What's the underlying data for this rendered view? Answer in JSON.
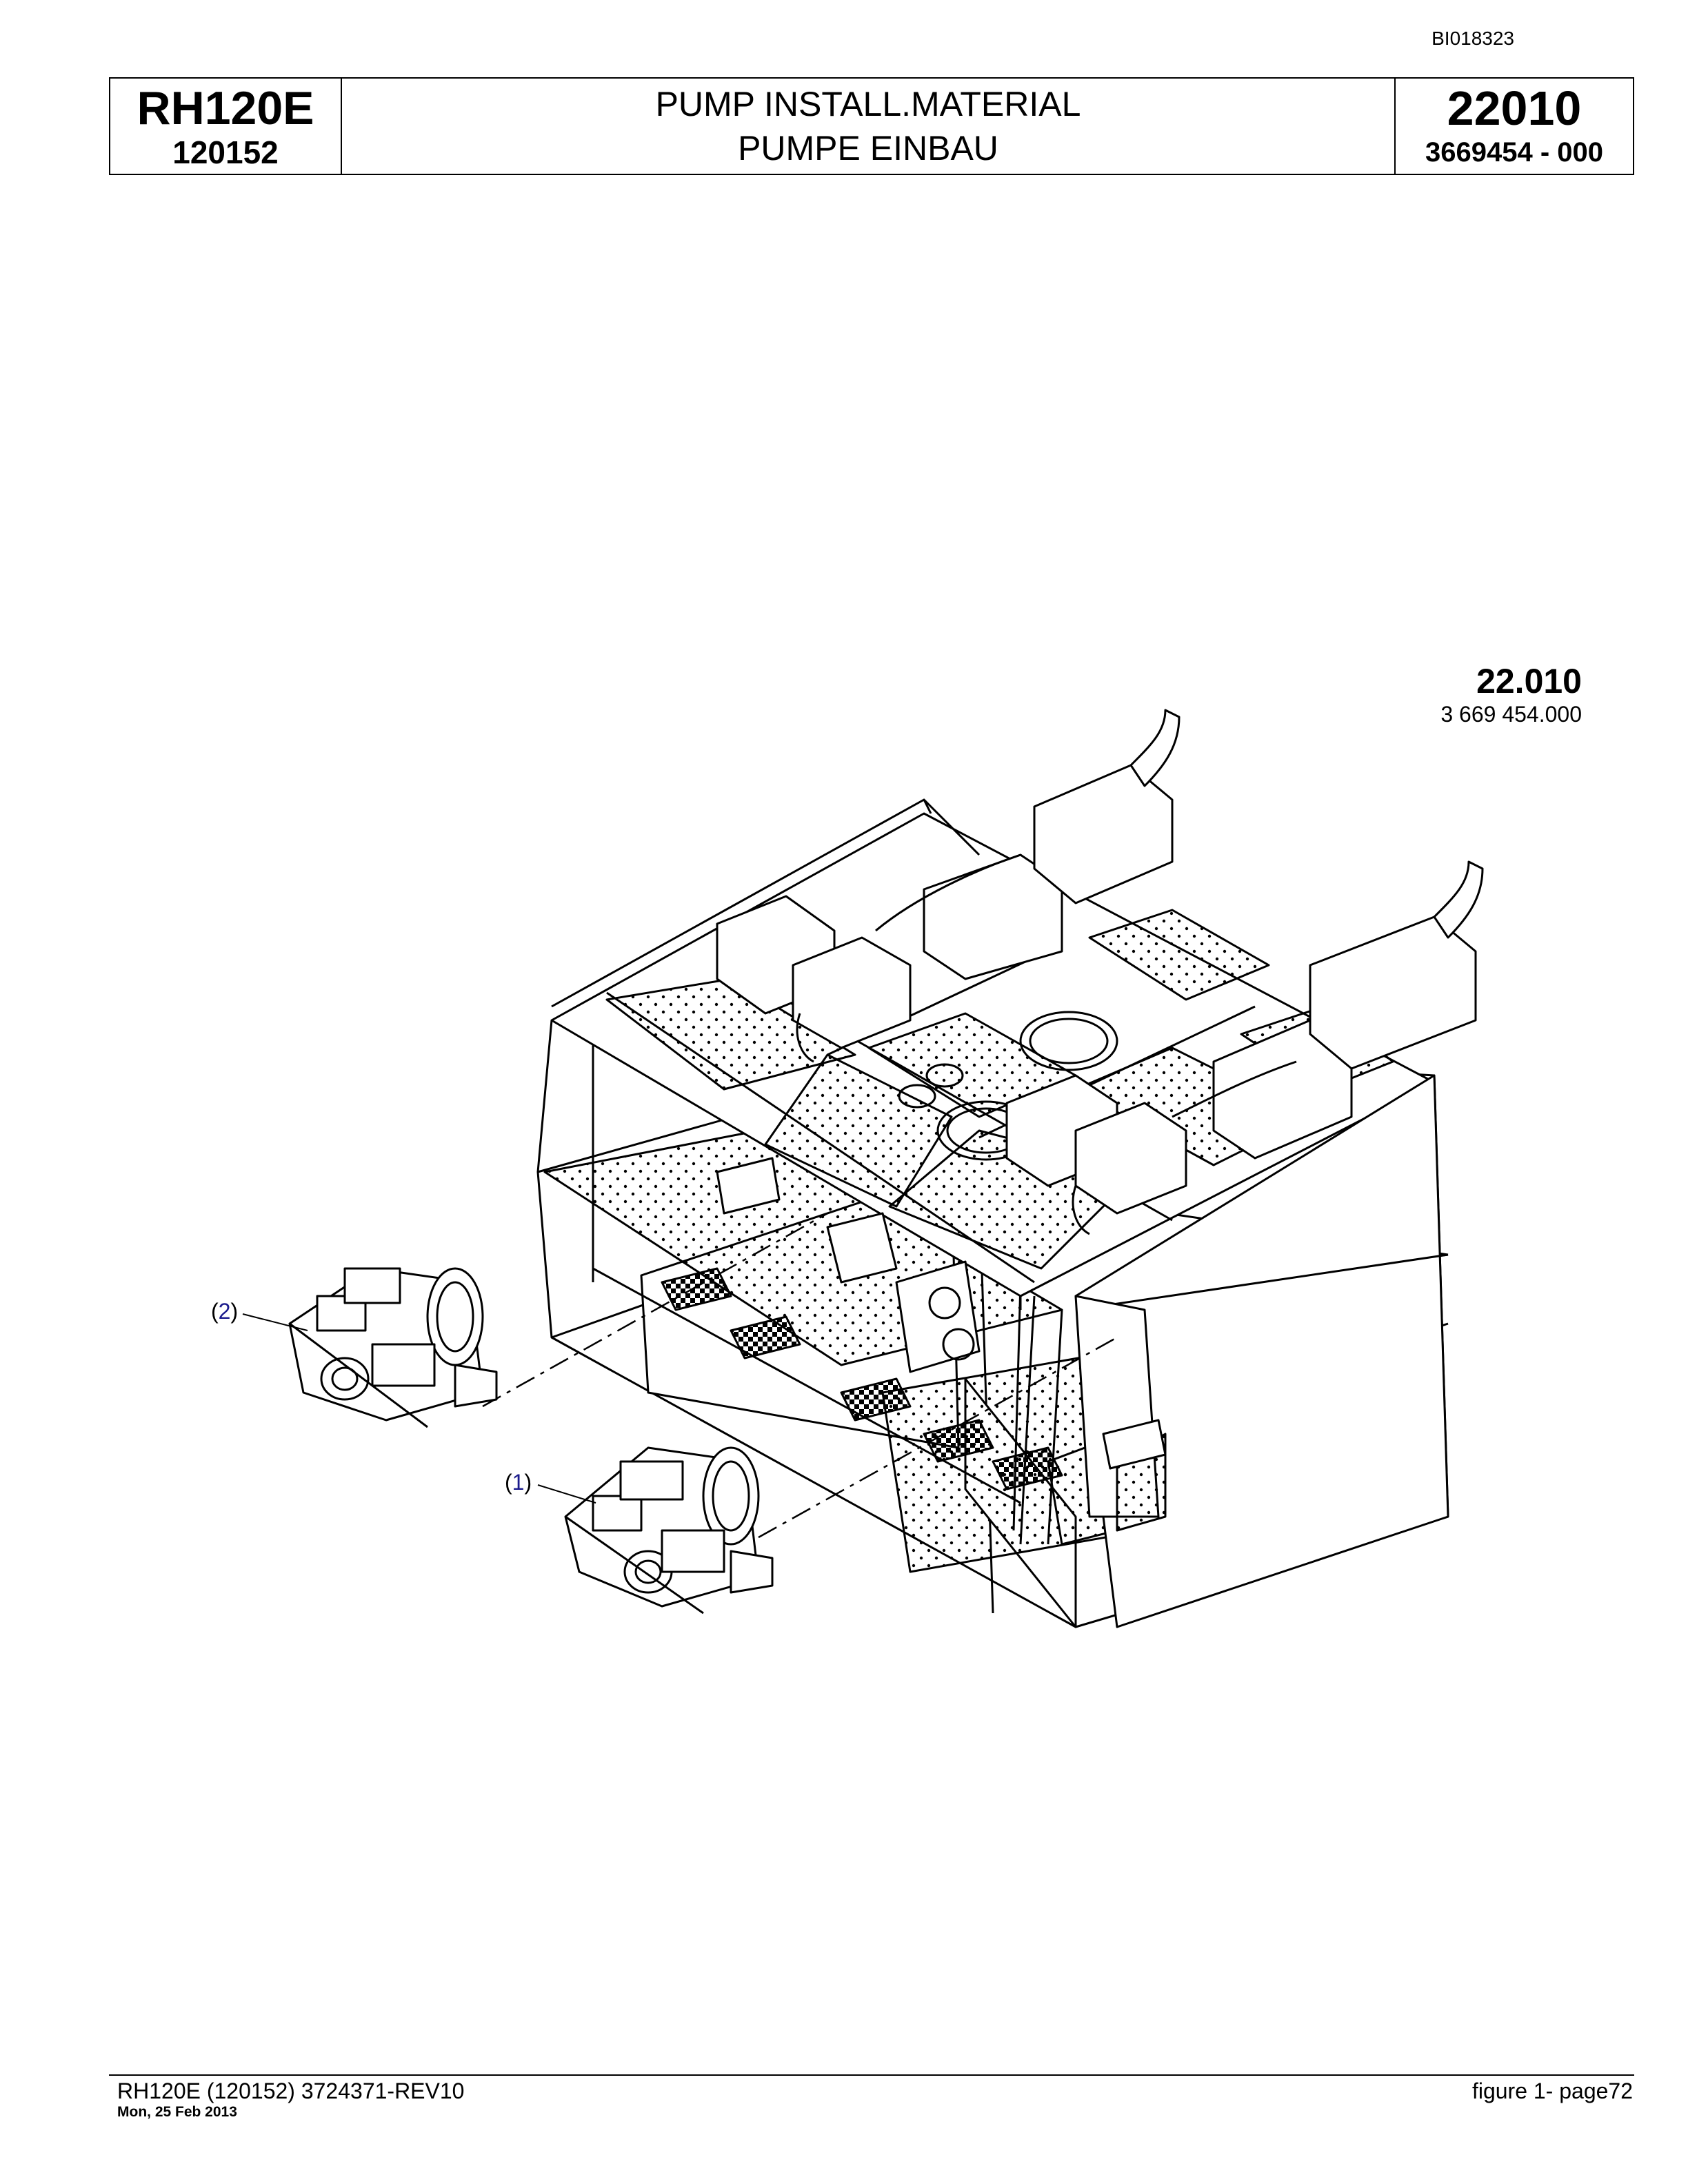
{
  "doc_id": "BI018323",
  "header": {
    "model": "RH120E",
    "serial": "120152",
    "title_en": "PUMP INSTALL.MATERIAL",
    "title_de": "PUMPE EINBAU",
    "group_no": "22010",
    "part_no": "3669454  - 000"
  },
  "figure": {
    "group_label": "22.010",
    "part_label": "3 669 454.000",
    "callouts": [
      {
        "open": "(",
        "num": "2",
        "close": ")"
      },
      {
        "open": "(",
        "num": "1",
        "close": ")"
      }
    ]
  },
  "footer": {
    "left": "RH120E (120152) 3724371-REV10",
    "date": "Mon, 25 Feb 2013",
    "right": "figure  1- page72"
  }
}
